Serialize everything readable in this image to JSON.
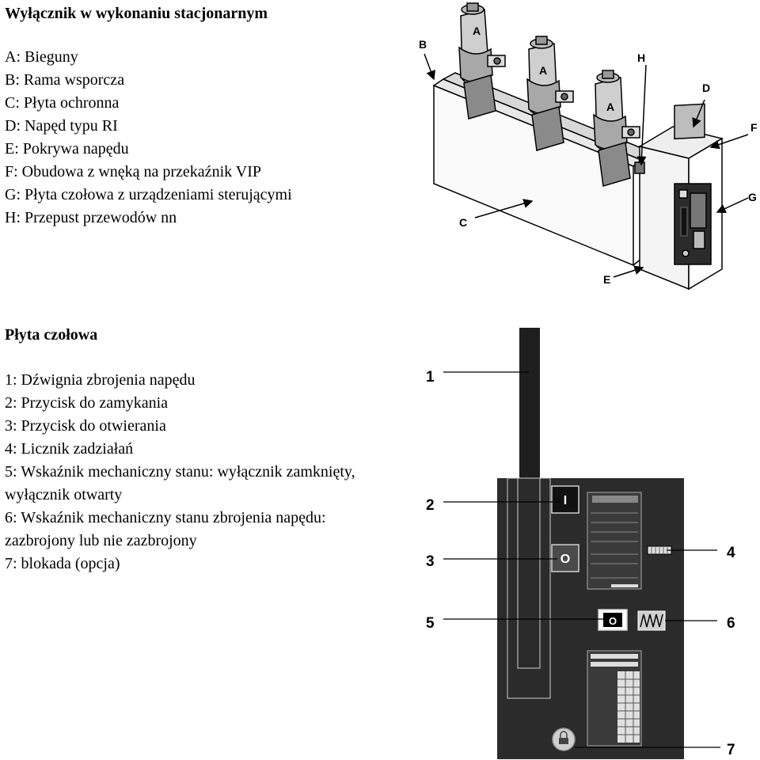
{
  "section1": {
    "title": "Wyłącznik w wykonaniu stacjonarnym",
    "items": [
      "A: Bieguny",
      "B: Rama wsporcza",
      "C: Płyta ochronna",
      "D: Napęd typu RI",
      "E: Pokrywa napędu",
      "F: Obudowa z wnęką na przekaźnik VIP",
      "G: Płyta czołowa z urządzeniami sterującymi",
      "H: Przepust przewodów nn"
    ],
    "figure_labels": [
      "A",
      "A",
      "A",
      "B",
      "C",
      "D",
      "E",
      "F",
      "G",
      "H"
    ]
  },
  "section2": {
    "title": "Płyta czołowa",
    "items": [
      "1: Dźwignia zbrojenia napędu",
      "2: Przycisk do zamykania",
      "3: Przycisk do otwierania",
      "4: Licznik zadziałań",
      "5: Wskaźnik mechaniczny stanu: wyłącznik zamknięty, wyłącznik otwarty",
      "6: Wskaźnik mechaniczny stanu zbrojenia napędu: zazbrojony lub nie zazbrojony",
      "7: blokada (opcja)"
    ],
    "figure_labels": [
      "1",
      "2",
      "3",
      "4",
      "5",
      "6",
      "7"
    ],
    "close_button_symbol": "I",
    "open_button_symbol": "O",
    "state_indicator_symbol": "O"
  },
  "colors": {
    "panel": "#2b2b2b",
    "lever": "#1e1e1e",
    "plate": "#dcdcdc"
  }
}
